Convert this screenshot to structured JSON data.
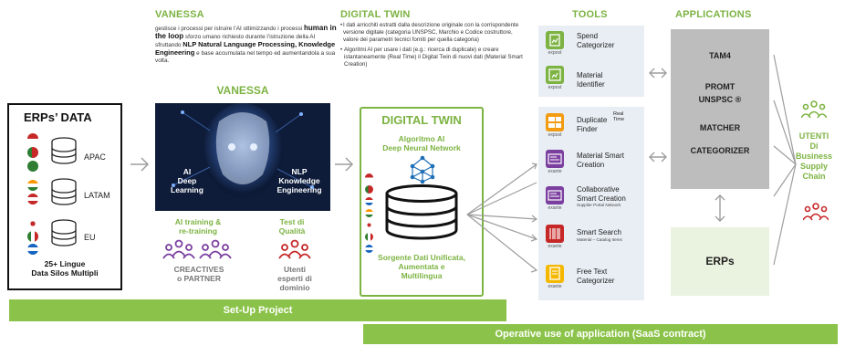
{
  "vanessa_top": {
    "title": "VANESSA",
    "text_1": "gestisce i processi per istruire l’AI ottimizzando i processi ",
    "text_2": "human in the loop",
    "text_3": " sforzo umano richiesto durante l’istruzione della AI sfruttando ",
    "text_4": "NLP Natural Language Processing, Knowledge Engineering",
    "text_5": " e base accumulata nel tempo ed aumentandola a sua volta."
  },
  "digital_twin_top": {
    "title": "DIGITAL TWIN",
    "bullet_1": "I dati arricchiti estratti dalla descrizione originale con la corrispondente versione digitale (categoria UNSPSC, Marchio e Codice costruttore, valore dei parametri tecnici forniti per quella categoria)",
    "bullet_2": "Algoritmi AI per usare i dati (e.g.: ricerca di duplicate) e creare istantaneamente (Real Time) il Digital Twin di nuovi dati (Material Smart Creation)"
  },
  "headers": {
    "tools": "TOOLS",
    "applications": "APPLICATIONS"
  },
  "erp": {
    "title": "ERPs’ DATA",
    "regions": [
      "APAC",
      "LATAM",
      "EU"
    ],
    "footer_1": "25+ Lingue",
    "footer_2": "Data Silos Multipli"
  },
  "vanessa": {
    "title": "VANESSA",
    "left_label_1": "AI",
    "left_label_2": "Deep",
    "left_label_3": "Learning",
    "right_label_1": "NLP",
    "right_label_2": "Knowledge",
    "right_label_3": "Engineering",
    "training_1": "AI training &",
    "training_2": "re-training",
    "test_1": "Test di",
    "test_2": "Qualità",
    "creactives_1": "CREACTIVES",
    "creactives_2": "o PARTNER",
    "utenti_1": "Utenti",
    "utenti_2": "esperti di",
    "utenti_3": "dominio"
  },
  "digital_twin": {
    "title": "DIGITAL TWIN",
    "algo_1": "Algoritmo AI",
    "algo_2": "Deep Neural Network",
    "source_1": "Sorgente Dati Unificata,",
    "source_2": "Aumentata e",
    "source_3": "Multilingua"
  },
  "tools": [
    {
      "label_1": "Spend",
      "label_2": "Categorizer",
      "tag": "expost",
      "sub": "",
      "real_time": ""
    },
    {
      "label_1": "Material",
      "label_2": "Identifier",
      "tag": "expost",
      "sub": "",
      "real_time": ""
    },
    {
      "label_1": "Duplicate",
      "label_2": "Finder",
      "tag": "expost",
      "sub": "",
      "real_time": "Real Time"
    },
    {
      "label_1": "Material Smart",
      "label_2": "Creation",
      "tag": "exante",
      "sub": "",
      "real_time": ""
    },
    {
      "label_1": "Collaborative",
      "label_2": "Smart Creation",
      "tag": "exante",
      "sub": "Supplier Portal Network",
      "real_time": ""
    },
    {
      "label_1": "Smart Search",
      "label_2": "",
      "tag": "exante",
      "sub": "Material – Catalog Items",
      "real_time": ""
    },
    {
      "label_1": "Free Text",
      "label_2": "Categorizer",
      "tag": "exante",
      "sub": "",
      "real_time": ""
    }
  ],
  "applications": {
    "items": [
      "TAM4",
      "PROMT",
      "UNSPSC ®",
      "MATCHER",
      "CATEGORIZER"
    ],
    "erps": "ERPs"
  },
  "users": {
    "line_1": "UTENTI",
    "line_2": "Di",
    "line_3": "Business",
    "line_4": "Supply",
    "line_5": "Chain"
  },
  "bars": {
    "setup": "Set-Up Project",
    "operative": "Operative use of application (SaaS contract)"
  },
  "colors": {
    "accent_green": "#7cb342",
    "bar_green": "#8bc34a",
    "purple": "#7b3fa0",
    "red": "#c62828",
    "orange": "#f39c12",
    "tool_panel": "#e8eef4",
    "app_grey": "#bdbdbd"
  }
}
